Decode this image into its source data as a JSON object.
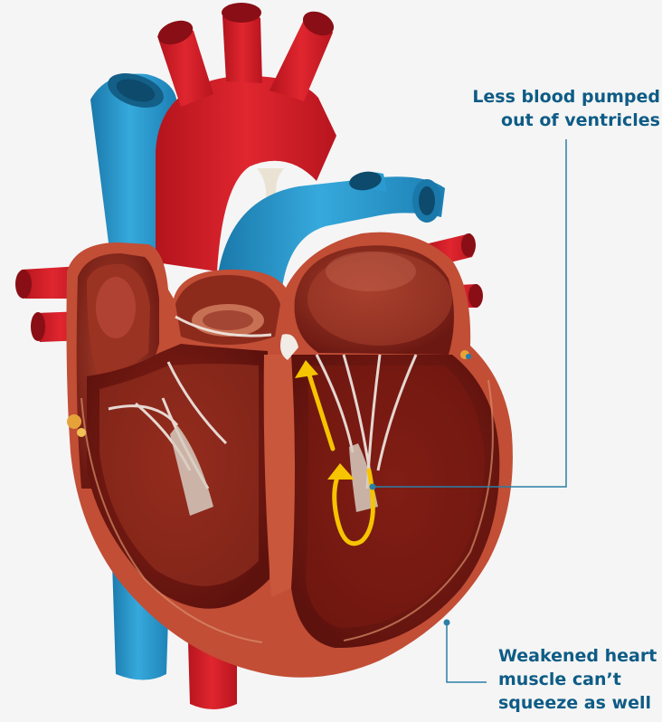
{
  "annotations": {
    "top": {
      "line1": "Less blood pumped",
      "line2": "out of ventricles"
    },
    "bottom": {
      "line1": "Weakened heart",
      "line2": "muscle can’t",
      "line3": "squeeze as well"
    }
  },
  "colors": {
    "background": "#f5f5f5",
    "artery_red": "#d3202b",
    "vein_blue": "#2592c6",
    "muscle_wall": "#b24a32",
    "chamber_dark": "#7e1a14",
    "flow_arrow": "#f6c400",
    "leader_line": "#2b7fa6",
    "label_text": "#0e5c86"
  }
}
